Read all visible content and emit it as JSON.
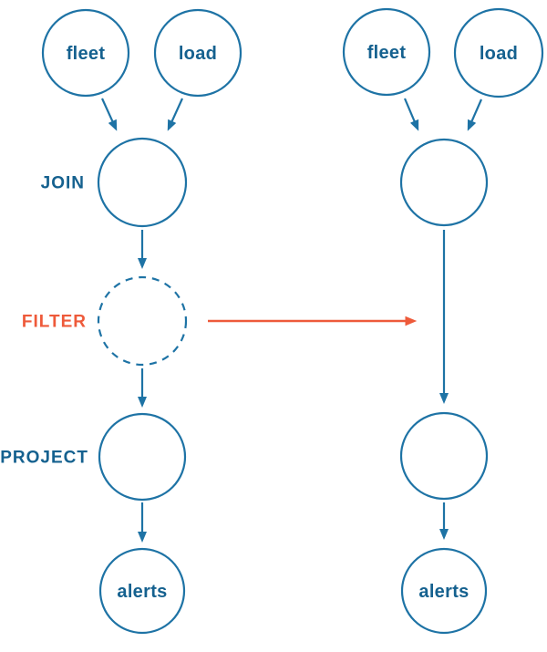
{
  "colors": {
    "node_outline_blue": "#1e73a5",
    "label_blue": "#15618f",
    "accent_orange": "#ee5a3a",
    "background": "#ffffff"
  },
  "diagram": {
    "left_pipeline": {
      "source_nodes": [
        "fleet",
        "load"
      ],
      "stage_labels": [
        "JOIN",
        "FILTER",
        "PROJECT"
      ],
      "filter_node_style": "dashed",
      "sink_node": "alerts"
    },
    "right_pipeline": {
      "source_nodes": [
        "fleet",
        "load"
      ],
      "sink_node": "alerts"
    },
    "transform_arrow": {
      "direction": "left-to-right",
      "color": "#ee5a3a"
    }
  }
}
